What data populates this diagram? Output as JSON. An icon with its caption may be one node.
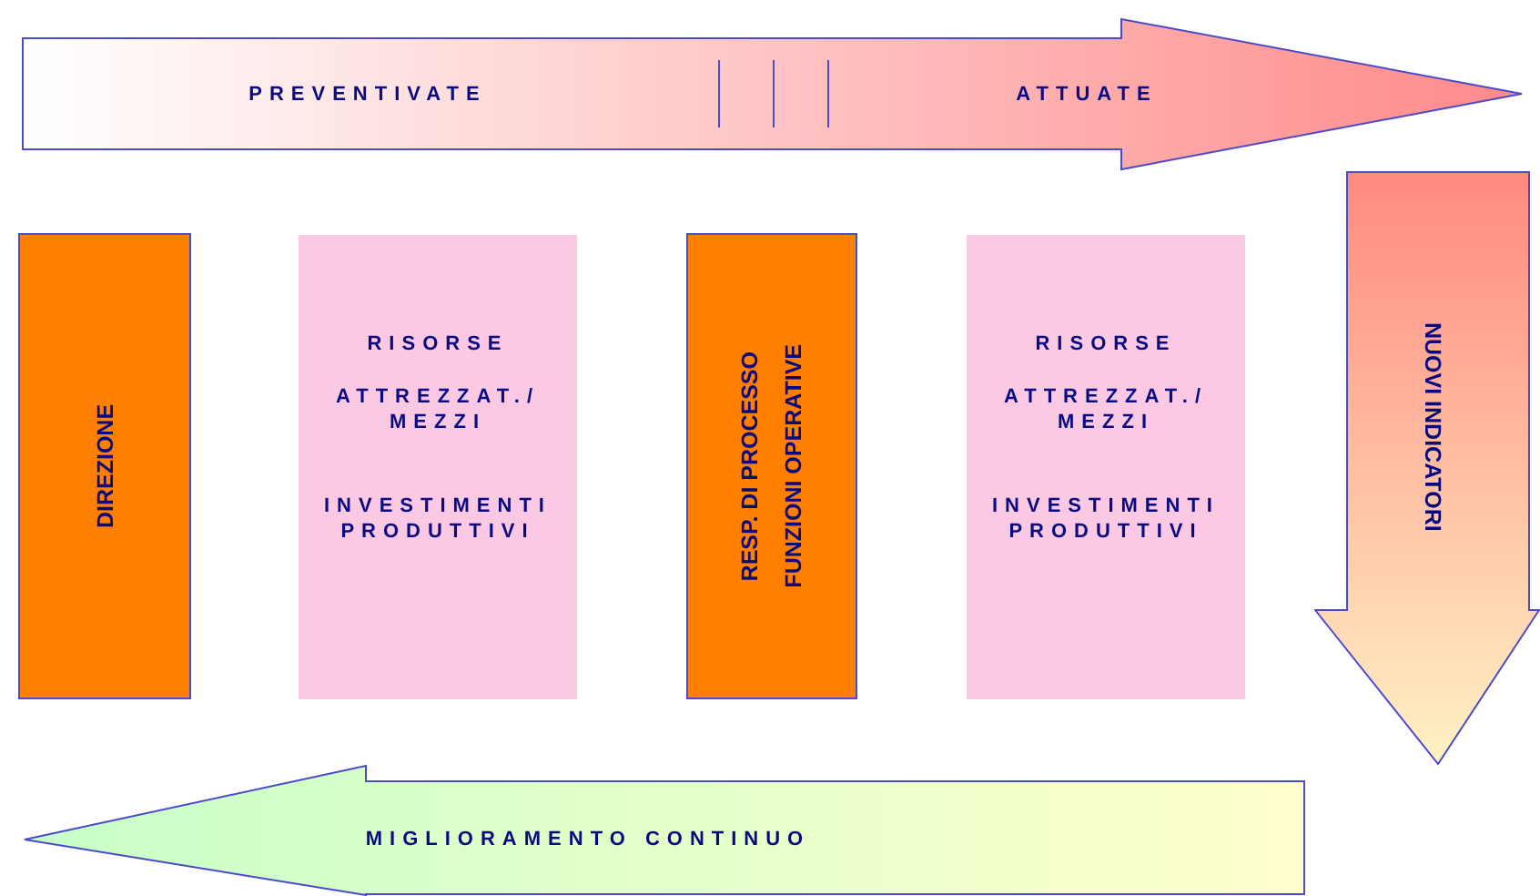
{
  "diagram": {
    "nodes": [
      {
        "text": [
          "PREVENTIVATE",
          "ATTUATE"
        ]
      },
      {
        "text": [
          "DIREZIONE"
        ]
      },
      {
        "text": [
          "RISORSE",
          "ATTREZZAT./ MEZZI",
          "INVESTIMENTI PRODUTTIVI"
        ]
      },
      {
        "text": [
          "RESP. DI PROCESSO",
          "FUNZIONI OPERATIVE"
        ]
      },
      {
        "text": [
          "RISORSE",
          "ATTREZZAT./ MEZZI",
          "INVESTIMENTI PRODUTTIVI"
        ]
      },
      {
        "text": [
          "MIGLIORAMENTO CONTINUO"
        ]
      }
    ],
    "edges": [
      {
        "from": 0,
        "to": 5,
        "arrow": "to",
        "label": "NUOVI INDICATORI"
      }
    ]
  }
}
